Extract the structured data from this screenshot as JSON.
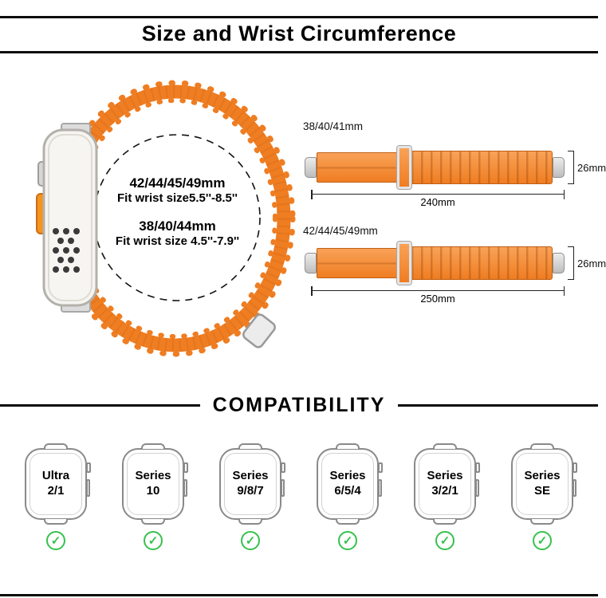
{
  "header": {
    "title": "Size and Wrist Circumference"
  },
  "size_info": {
    "size1": "42/44/45/49mm",
    "fit1": "Fit wrist size5.5''-8.5''",
    "size2": "38/40/44mm",
    "fit2": "Fit wrist size 4.5''-7.9''"
  },
  "bands": [
    {
      "label": "38/40/41mm",
      "width": "26mm",
      "length": "240mm"
    },
    {
      "label": "42/44/45/49mm",
      "width": "26mm",
      "length": "250mm"
    }
  ],
  "compatibility": {
    "title": "COMPATIBILITY",
    "models": [
      {
        "line1": "Ultra",
        "line2": "2/1"
      },
      {
        "line1": "Series",
        "line2": "10"
      },
      {
        "line1": "Series",
        "line2": "9/8/7"
      },
      {
        "line1": "Series",
        "line2": "6/5/4"
      },
      {
        "line1": "Series",
        "line2": "3/2/1"
      },
      {
        "line1": "Series",
        "line2": "SE"
      }
    ]
  },
  "icons": {
    "check": "✓"
  },
  "colors": {
    "band_orange": "#EF7D22",
    "check_green": "#35C24D"
  }
}
